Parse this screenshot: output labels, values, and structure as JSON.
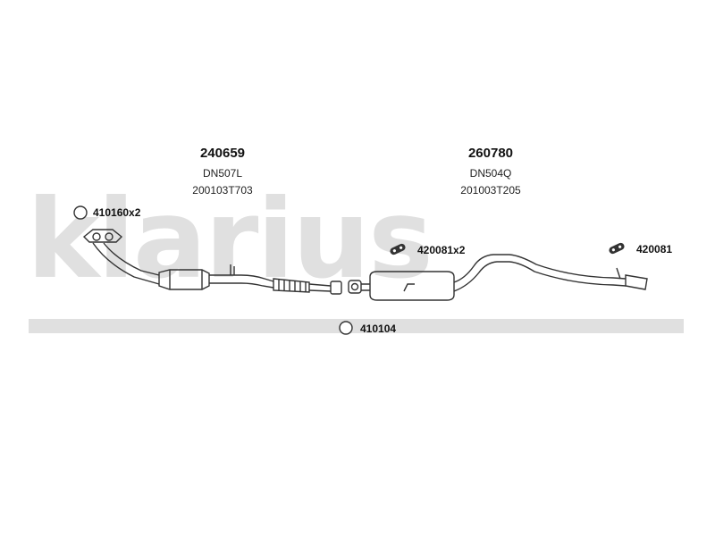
{
  "brand": {
    "watermark": "klarius"
  },
  "parts": [
    {
      "number": "240659",
      "code": "DN507L",
      "ref": "200103T703"
    },
    {
      "number": "260780",
      "code": "DN504Q",
      "ref": "201003T205"
    }
  ],
  "accessories": [
    {
      "label": "410160x2",
      "icon": "gasket-ring-icon"
    },
    {
      "label": "420081x2",
      "icon": "rubber-hanger-icon"
    },
    {
      "label": "420081",
      "icon": "rubber-hanger-icon"
    },
    {
      "label": "410104",
      "icon": "gasket-ring-icon"
    }
  ],
  "colors": {
    "watermark": "#e0e0e0",
    "line": "#333333",
    "background": "#ffffff"
  }
}
